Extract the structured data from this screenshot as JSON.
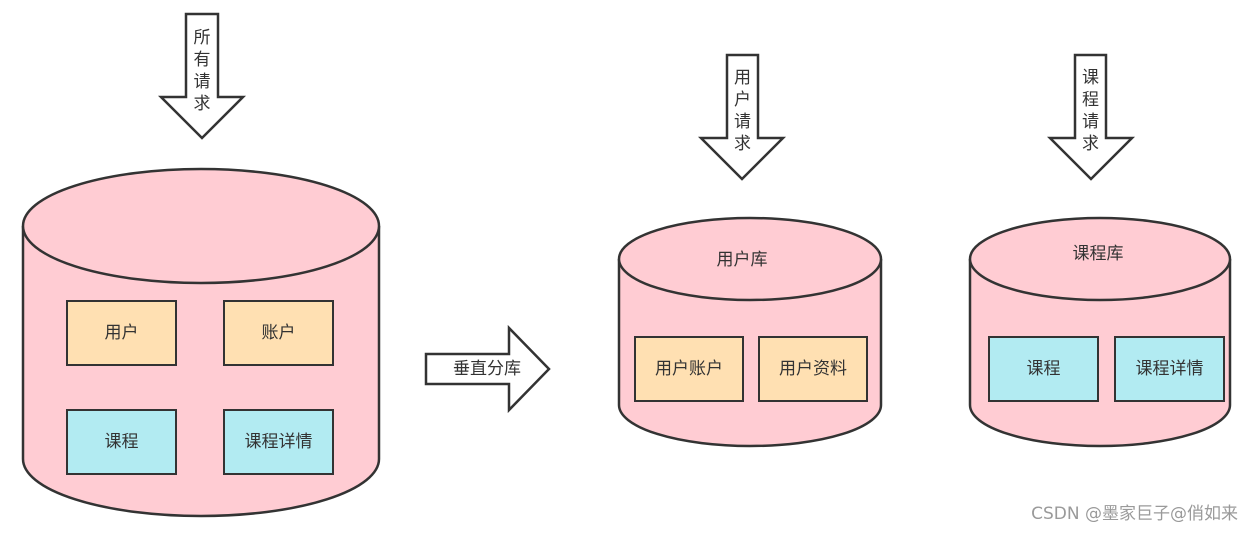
{
  "colors": {
    "db_fill": "#ffccd3",
    "db_stroke": "#333333",
    "user_table_fill": "#ffe0b2",
    "course_table_fill": "#b2ebf2",
    "arrow_fill": "#ffffff"
  },
  "source_db": {
    "tables": [
      {
        "label": "用户",
        "kind": "user"
      },
      {
        "label": "账户",
        "kind": "user"
      },
      {
        "label": "课程",
        "kind": "course"
      },
      {
        "label": "课程详情",
        "kind": "course"
      }
    ]
  },
  "arrows": {
    "all_requests": [
      "所",
      "有",
      "请",
      "求"
    ],
    "user_requests": [
      "用",
      "户",
      "请",
      "求"
    ],
    "course_requests": [
      "课",
      "程",
      "请",
      "求"
    ],
    "split_label": "垂直分库"
  },
  "user_db": {
    "title": "用户库",
    "tables": [
      {
        "label": "用户账户",
        "kind": "user"
      },
      {
        "label": "用户资料",
        "kind": "user"
      }
    ]
  },
  "course_db": {
    "title": "课程库",
    "tables": [
      {
        "label": "课程",
        "kind": "course"
      },
      {
        "label": "课程详情",
        "kind": "course"
      }
    ]
  },
  "watermark": "CSDN @墨家巨子@俏如来"
}
